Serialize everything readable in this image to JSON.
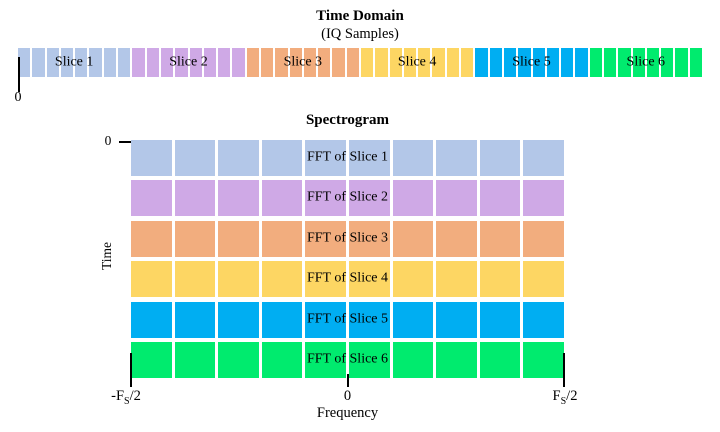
{
  "time_domain": {
    "title": "Time Domain",
    "subtitle": "(IQ Samples)",
    "origin_label": "0",
    "slices": [
      {
        "label": "Slice 1",
        "color": "#b3c7e8",
        "segments": 8
      },
      {
        "label": "Slice 2",
        "color": "#cfa9e6",
        "segments": 8
      },
      {
        "label": "Slice 3",
        "color": "#f2ad7e",
        "segments": 8
      },
      {
        "label": "Slice 4",
        "color": "#fdd663",
        "segments": 8
      },
      {
        "label": "Slice 5",
        "color": "#00aef2",
        "segments": 8
      },
      {
        "label": "Slice 6",
        "color": "#00eb6e",
        "segments": 8
      }
    ]
  },
  "spectrogram": {
    "title": "Spectrogram",
    "y_axis": {
      "label": "Time",
      "origin_tick_label": "0"
    },
    "x_axis": {
      "label": "Frequency",
      "ticks": [
        {
          "main": "-F",
          "sub": "S",
          "rest": "/2"
        },
        {
          "main": "0",
          "sub": "",
          "rest": ""
        },
        {
          "main": "F",
          "sub": "S",
          "rest": "/2"
        }
      ]
    },
    "rows": [
      {
        "label": "FFT of Slice 1",
        "color": "#b3c7e8",
        "cells": 10
      },
      {
        "label": "FFT of Slice 2",
        "color": "#cfa9e6",
        "cells": 10
      },
      {
        "label": "FFT of Slice 3",
        "color": "#f2ad7e",
        "cells": 10
      },
      {
        "label": "FFT of Slice 4",
        "color": "#fdd663",
        "cells": 10
      },
      {
        "label": "FFT of Slice 5",
        "color": "#00aef2",
        "cells": 10
      },
      {
        "label": "FFT of Slice 6",
        "color": "#00eb6e",
        "cells": 10
      }
    ]
  }
}
